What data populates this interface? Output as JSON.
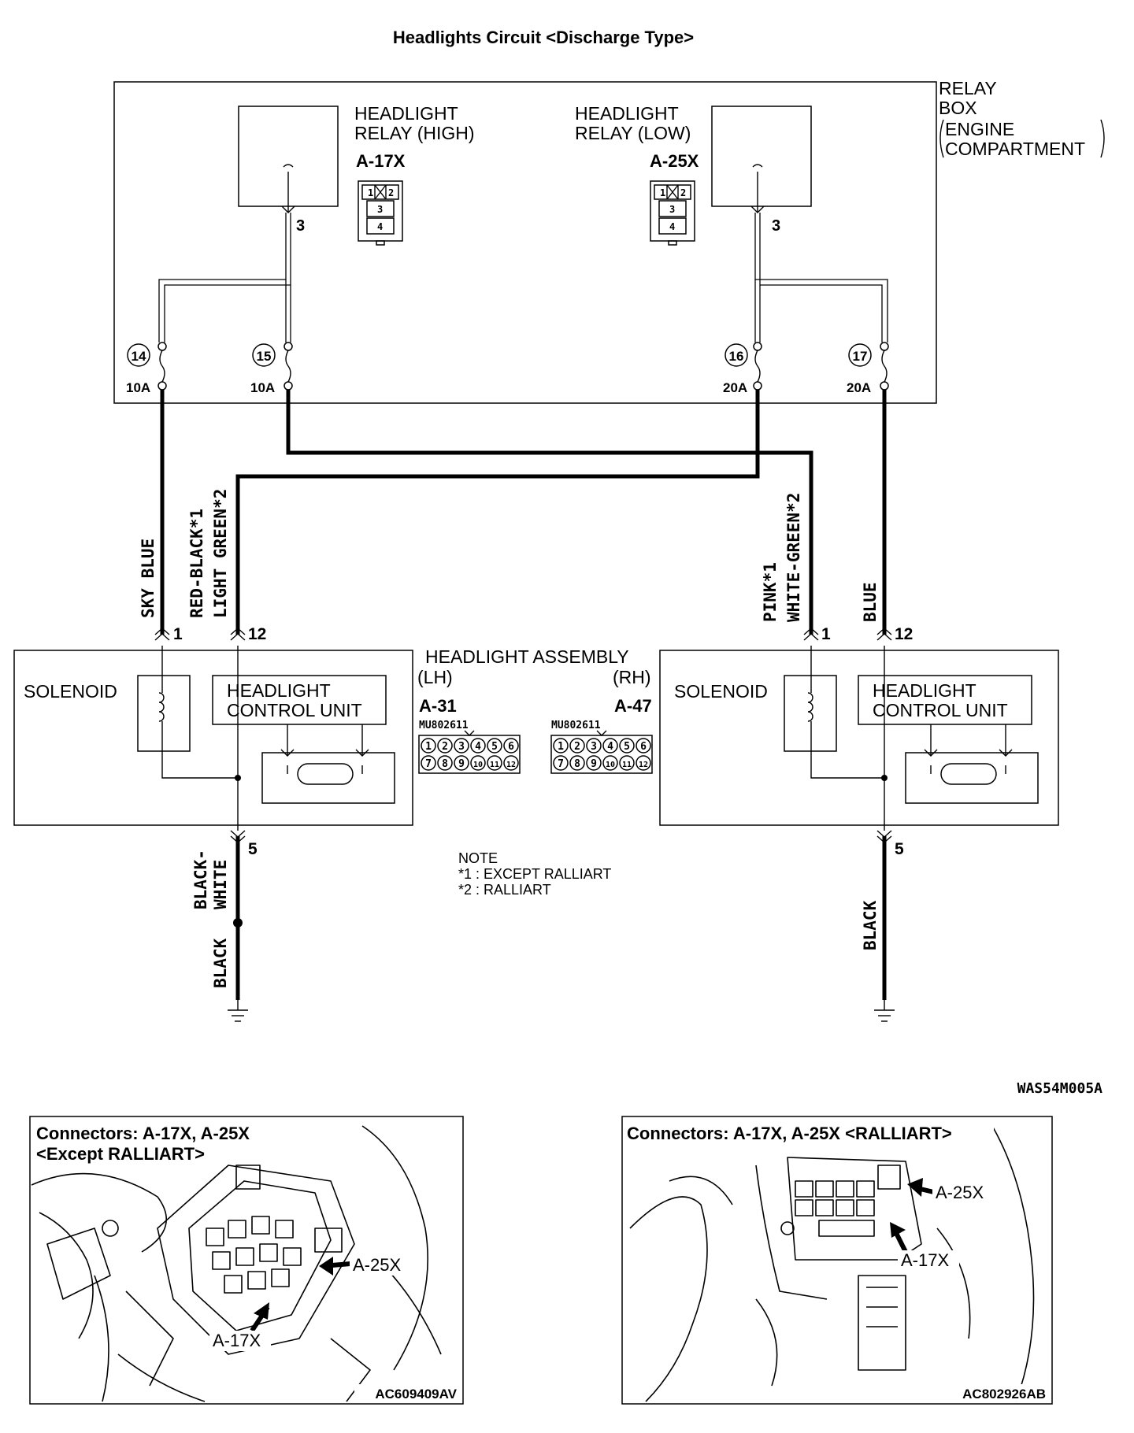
{
  "title": "Headlights Circuit <Discharge Type>",
  "relay_box": {
    "label_lines": [
      "RELAY",
      "BOX",
      "ENGINE",
      "COMPARTMENT"
    ]
  },
  "relays": [
    {
      "name_lines": [
        "HEADLIGHT",
        "RELAY (HIGH)"
      ],
      "connector": "A-17X",
      "pin": "3"
    },
    {
      "name_lines": [
        "HEADLIGHT",
        "RELAY (LOW)"
      ],
      "connector": "A-25X",
      "pin": "3"
    }
  ],
  "relay_connector_pins": [
    "1",
    "2",
    "3",
    "4"
  ],
  "fuses": [
    {
      "number": "14",
      "rating": "10A"
    },
    {
      "number": "15",
      "rating": "10A"
    },
    {
      "number": "16",
      "rating": "20A"
    },
    {
      "number": "17",
      "rating": "20A"
    }
  ],
  "wire_labels": {
    "sky_blue": "SKY BLUE",
    "red_black": "RED-BLACK*1",
    "light_green": "LIGHT GREEN*2",
    "pink": "PINK*1",
    "white_green": "WHITE-GREEN*2",
    "blue": "BLUE",
    "black_white_1": "BLACK-",
    "black_white_2": "WHITE",
    "black": "BLACK"
  },
  "assembly": {
    "title": "HEADLIGHT ASSEMBLY",
    "lh": "(LH)",
    "rh": "(RH)",
    "lh_connector": "A-31",
    "rh_connector": "A-47",
    "part_no": "MU802611",
    "solenoid": "SOLENOID",
    "control_unit_lines": [
      "HEADLIGHT",
      "CONTROL UNIT"
    ],
    "pins": {
      "in1": "1",
      "in12": "12",
      "ground": "5"
    },
    "connector_pins": [
      "1",
      "2",
      "3",
      "4",
      "5",
      "6",
      "7",
      "8",
      "9",
      "10",
      "11",
      "12"
    ]
  },
  "note": {
    "title": "NOTE",
    "items": [
      "*1 : EXCEPT RALLIART",
      "*2 : RALLIART"
    ]
  },
  "figure_code": "WAS54M005A",
  "photos": [
    {
      "title_lines": [
        "Connectors: A-17X, A-25X",
        "<Except RALLIART>"
      ],
      "callouts": [
        "A-25X",
        "A-17X"
      ],
      "code": "AC609409AV"
    },
    {
      "title_lines": [
        "Connectors: A-17X, A-25X <RALLIART>"
      ],
      "callouts": [
        "A-25X",
        "A-17X"
      ],
      "code": "AC802926AB"
    }
  ]
}
